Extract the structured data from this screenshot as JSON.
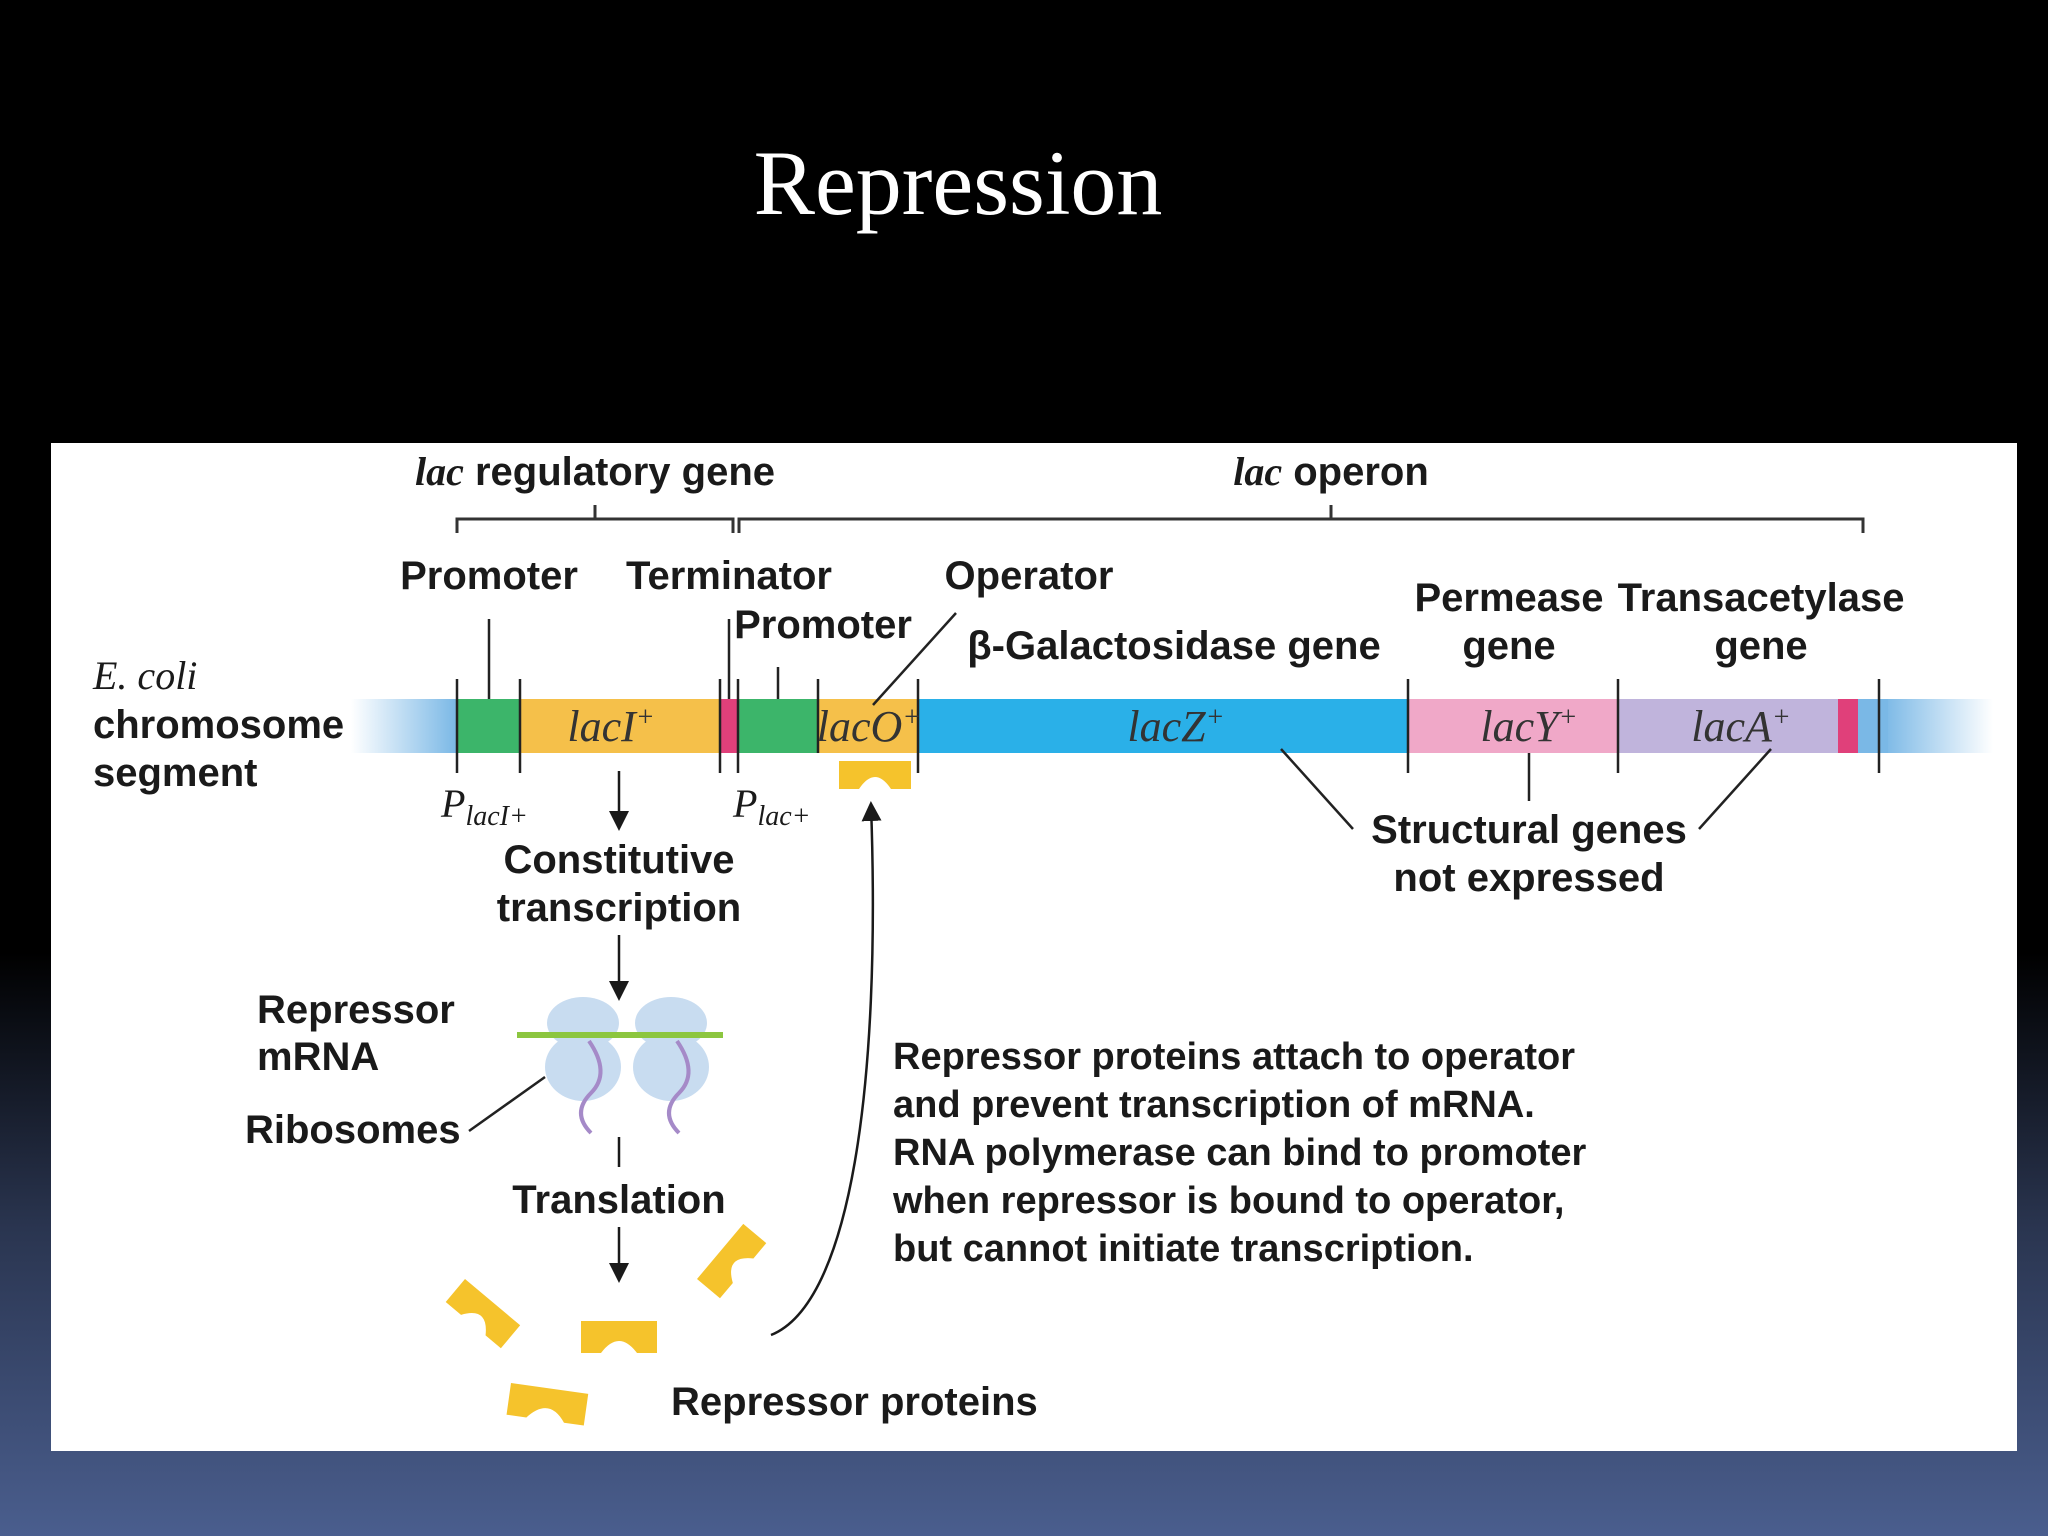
{
  "slide": {
    "title": "Repression"
  },
  "diagram": {
    "brackets": {
      "regulatory_italic": "lac",
      "regulatory_rest": " regulatory gene",
      "operon_italic": "lac",
      "operon_rest": " operon"
    },
    "chromosome_label": {
      "line1": "E. coli",
      "line2": "chromosome",
      "line3": "segment"
    },
    "labels": {
      "promoter_1": "Promoter",
      "terminator": "Terminator",
      "promoter_2": "Promoter",
      "operator": "Operator",
      "beta_gal": "β-Galactosidase gene",
      "permease_1": "Permease",
      "permease_2": "gene",
      "transacetylase_1": "Transacetylase",
      "transacetylase_2": "gene"
    },
    "genes": {
      "lacI": "lacI",
      "lacO": "lacO",
      "lacZ": "lacZ",
      "lacY": "lacY",
      "lacA": "lacA",
      "plus": "+"
    },
    "promoter_subs": {
      "p1": "P",
      "p1_sub": "lacI+",
      "p2": "P",
      "p2_sub": "lac+"
    },
    "structural": {
      "line1": "Structural genes",
      "line2": "not expressed"
    },
    "process": {
      "constitutive_1": "Constitutive",
      "constitutive_2": "transcription",
      "repressor_mrna_1": "Repressor",
      "repressor_mrna_2": "mRNA",
      "ribosomes": "Ribosomes",
      "translation": "Translation",
      "repressor_proteins": "Repressor proteins"
    },
    "description": [
      "Repressor proteins attach to operator",
      "and prevent transcription of mRNA.",
      "RNA polymerase can bind to promoter",
      "when repressor is bound to operator,",
      "but cannot initiate transcription."
    ],
    "colors": {
      "chromosome": "#7ab8e6",
      "promoter": "#3cb56a",
      "lacI": "#f5c04a",
      "terminator": "#e0407a",
      "lacO": "#f5c04a",
      "lacZ": "#2ab0e8",
      "lacY": "#f0a8c8",
      "lacA": "#c0b4dc",
      "repressor": "#f5c32c",
      "mrna": "#8cc63f",
      "ribosome": "#c8dcf0",
      "ribosome_tail": "#a58ac8"
    }
  }
}
